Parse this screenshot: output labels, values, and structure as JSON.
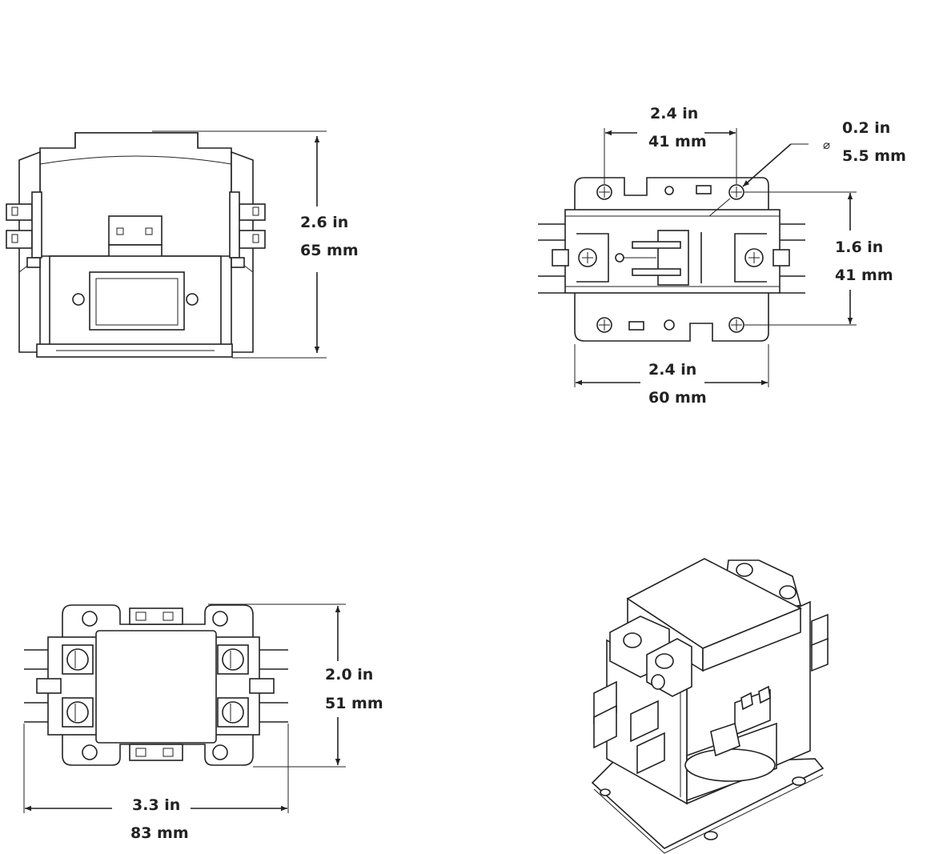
{
  "front_view": {
    "height_in": "2.6 in",
    "height_mm": "65 mm"
  },
  "top_view": {
    "hole_span_in": "2.4 in",
    "hole_span_mm": "41 mm",
    "hole_dia_symbol": "⌀",
    "hole_dia_in": "0.2 in",
    "hole_dia_mm": "5.5 mm",
    "hole_vertical_in": "1.6 in",
    "hole_vertical_mm": "41 mm",
    "base_width_in": "2.4 in",
    "base_width_mm": "60 mm"
  },
  "bottom_view": {
    "depth_in": "2.0 in",
    "depth_mm": "51 mm",
    "width_in": "3.3 in",
    "width_mm": "83 mm"
  }
}
